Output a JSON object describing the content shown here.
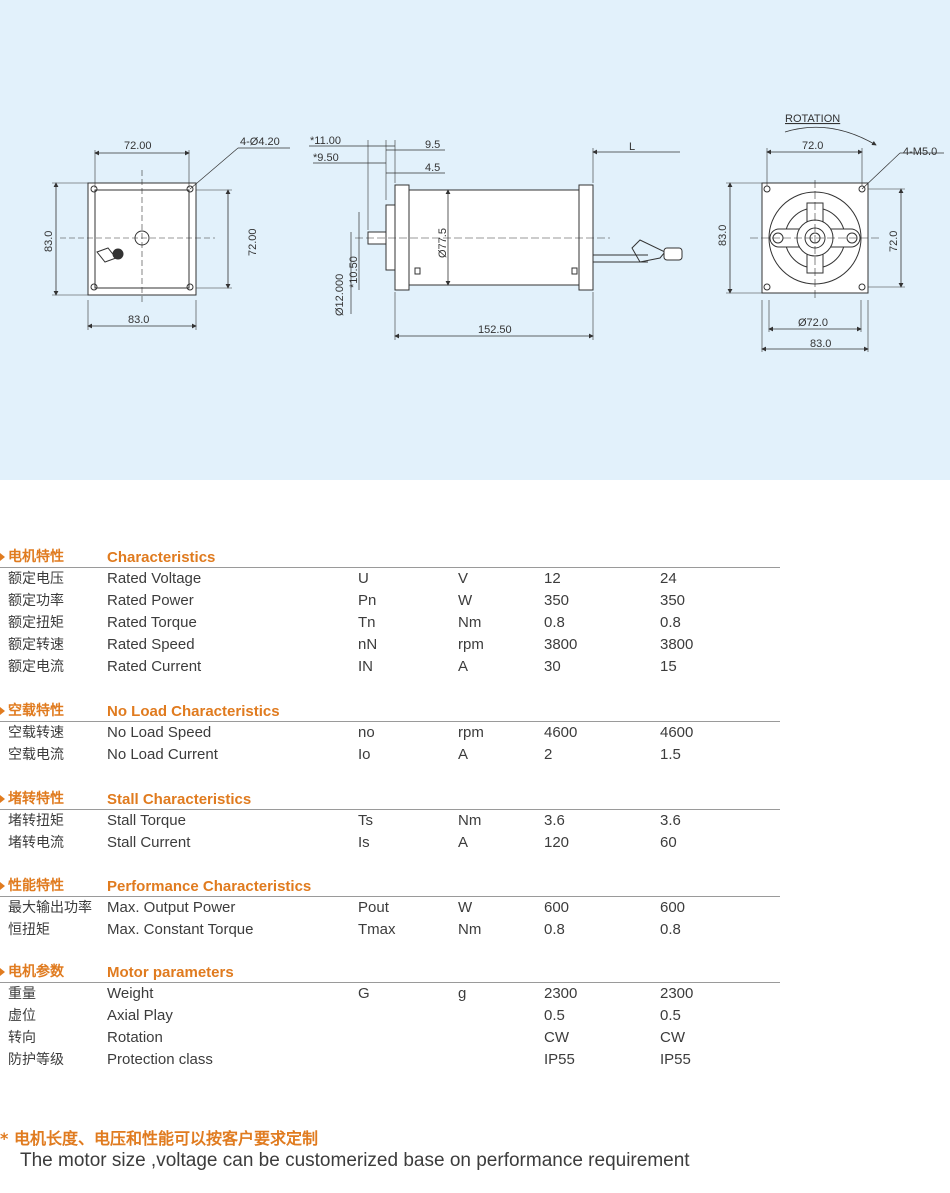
{
  "drawing": {
    "front_view": {
      "width_top": "72.00",
      "holes": "4-Ø4.20",
      "height_left": "83.0",
      "height_right": "72.00",
      "width_bottom": "83.0"
    },
    "side_view": {
      "dim_a": "*11.00",
      "dim_b": "*9.50",
      "dim_c": "9.5",
      "dim_d": "4.5",
      "length_label": "L",
      "body_diameter": "Ø77.5",
      "shaft_diameter": "Ø12.000",
      "shaft_length": "*10.50",
      "total_length": "152.50"
    },
    "rear_view": {
      "rotation_label": "ROTATION",
      "width_top": "72.0",
      "threads": "4-M5.0",
      "height_left": "83.0",
      "height_right": "72.0",
      "diameter": "Ø72.0",
      "width_bottom": "83.0"
    }
  },
  "spec_table": {
    "sections": [
      {
        "title_cn": "电机特性",
        "title_en": "Characteristics",
        "rows": [
          {
            "cn": "额定电压",
            "en": "Rated Voltage",
            "symbol": "U",
            "unit": "V",
            "v1": "12",
            "v2": "24"
          },
          {
            "cn": "额定功率",
            "en": "Rated Power",
            "symbol": "Pn",
            "unit": "W",
            "v1": "350",
            "v2": "350"
          },
          {
            "cn": "额定扭矩",
            "en": "Rated Torque",
            "symbol": "Tn",
            "unit": "Nm",
            "v1": "0.8",
            "v2": "0.8"
          },
          {
            "cn": "额定转速",
            "en": "Rated Speed",
            "symbol": "nN",
            "unit": "rpm",
            "v1": "3800",
            "v2": "3800"
          },
          {
            "cn": "额定电流",
            "en": "Rated Current",
            "symbol": "IN",
            "unit": "A",
            "v1": "30",
            "v2": "15"
          }
        ]
      },
      {
        "title_cn": "空载特性",
        "title_en": "No Load Characteristics",
        "rows": [
          {
            "cn": "空载转速",
            "en": "No Load Speed",
            "symbol": "no",
            "unit": "rpm",
            "v1": "4600",
            "v2": "4600"
          },
          {
            "cn": "空载电流",
            "en": "No Load Current",
            "symbol": "Io",
            "unit": "A",
            "v1": "2",
            "v2": "1.5"
          }
        ]
      },
      {
        "title_cn": "堵转特性",
        "title_en": "Stall Characteristics",
        "rows": [
          {
            "cn": "堵转扭矩",
            "en": "Stall Torque",
            "symbol": "Ts",
            "unit": "Nm",
            "v1": "3.6",
            "v2": "3.6"
          },
          {
            "cn": "堵转电流",
            "en": "Stall Current",
            "symbol": "Is",
            "unit": "A",
            "v1": "120",
            "v2": "60"
          }
        ]
      },
      {
        "title_cn": "性能特性",
        "title_en": "Performance Characteristics",
        "rows": [
          {
            "cn": "最大输出功率",
            "en": "Max. Output Power",
            "symbol": "Pout",
            "unit": "W",
            "v1": "600",
            "v2": "600"
          },
          {
            "cn": "恒扭矩",
            "en": "Max. Constant Torque",
            "symbol": "Tmax",
            "unit": "Nm",
            "v1": "0.8",
            "v2": "0.8"
          }
        ]
      },
      {
        "title_cn": "电机参数",
        "title_en": "Motor parameters",
        "rows": [
          {
            "cn": "重量",
            "en": "Weight",
            "symbol": "G",
            "unit": "g",
            "v1": "2300",
            "v2": "2300"
          },
          {
            "cn": "虚位",
            "en": "Axial Play",
            "symbol": "",
            "unit": "",
            "v1": "0.5",
            "v2": "0.5"
          },
          {
            "cn": "转向",
            "en": "Rotation",
            "symbol": "",
            "unit": "",
            "v1": "CW",
            "v2": "CW"
          },
          {
            "cn": "防护等级",
            "en": "Protection class",
            "symbol": "",
            "unit": "",
            "v1": "IP55",
            "v2": "IP55"
          }
        ]
      }
    ]
  },
  "footnote": {
    "cn": "* 电机长度、电压和性能可以按客户要求定制",
    "en": "The motor size ,voltage can be customerized base on performance requirement"
  }
}
